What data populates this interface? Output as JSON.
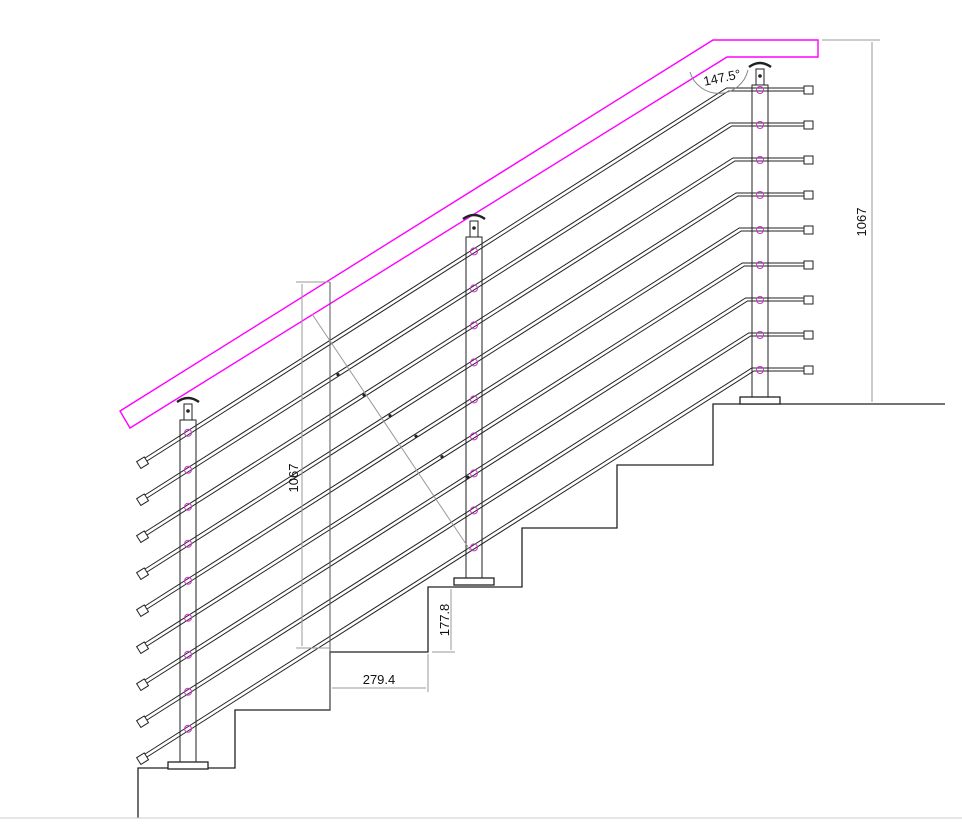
{
  "drawing": {
    "dimensions": {
      "rail_height_right": "1067",
      "rail_height_diagonal": "1067",
      "riser_height": "177.8",
      "tread_depth": "279.4",
      "handrail_angle": "147.5°"
    },
    "cable_count": 9,
    "post_count": 3,
    "colors": {
      "handrail": "#ff00ff",
      "cable_holes": "#cc33cc",
      "lines": "#222222",
      "dimension_lines": "#888888"
    }
  }
}
